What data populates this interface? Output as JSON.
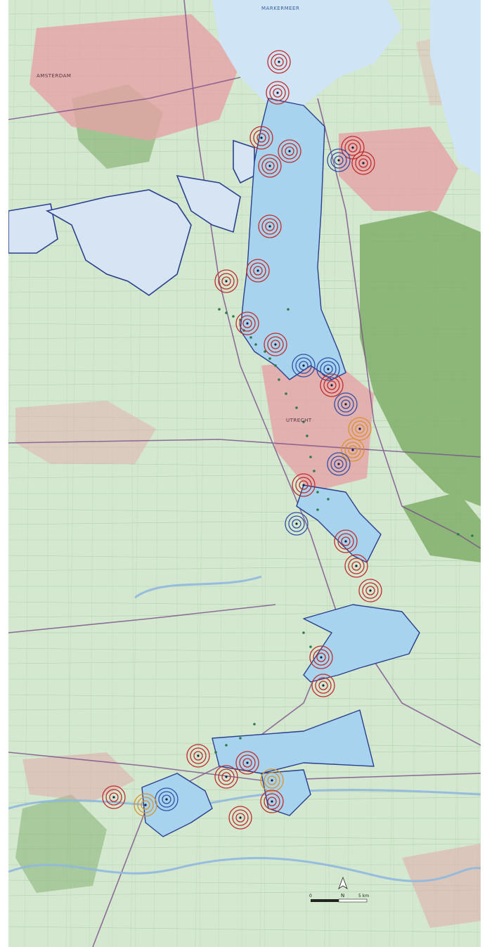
{
  "map": {
    "place_labels": {
      "amsterdam": "AMSTERDAM",
      "north_water": "MARKERMEER",
      "utrecht": "UTRECHT"
    },
    "scale_bar": {
      "start_label": "0",
      "end_label": "5 km"
    },
    "north_arrow_label": "N",
    "colors": {
      "water": "#a8d3ef",
      "water_outline": "#2a3f8f",
      "polder_area": "#d7e4f3",
      "built_up": "#e5a3a6",
      "forest": "#7fae6a",
      "meadow": "#d4e7cf",
      "ripple_red": "#c22a2a",
      "ripple_orange": "#d9922a",
      "ripple_blue": "#2f4fa8",
      "road": "#7a4f8a"
    }
  }
}
